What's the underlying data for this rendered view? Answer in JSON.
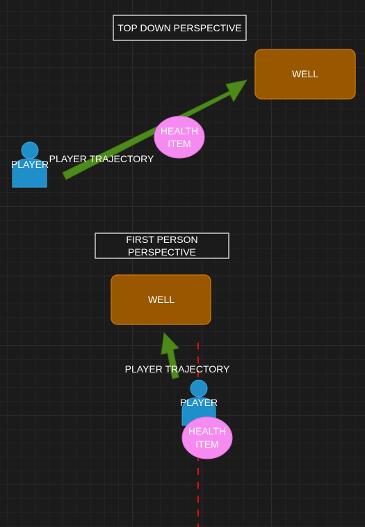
{
  "colors": {
    "background": "#1b1b1b",
    "well_fill": "#995800",
    "well_stroke": "#c07010",
    "arrow_fill": "#4d8a1a",
    "health_fill": "#f58bf0",
    "player_fill": "#1f8fca",
    "title_stroke": "#d0d0d0",
    "axis_dash": "#e01010"
  },
  "top_down": {
    "title": "TOP DOWN PERSPECTIVE",
    "well_label": "WELL",
    "player_label": "PLAYER",
    "trajectory_label": "PLAYER TRAJECTORY",
    "health_line1": "HEALTH",
    "health_line2": "ITEM"
  },
  "first_person": {
    "title_line1": "FIRST PERSON",
    "title_line2": "PERSPECTIVE",
    "well_label": "WELL",
    "player_label": "PLAYER",
    "trajectory_label": "PLAYER TRAJECTORY",
    "health_line1": "HEALTH",
    "health_line2": "ITEM"
  },
  "icons": {
    "player": "person-icon",
    "arrow": "arrow-icon"
  }
}
